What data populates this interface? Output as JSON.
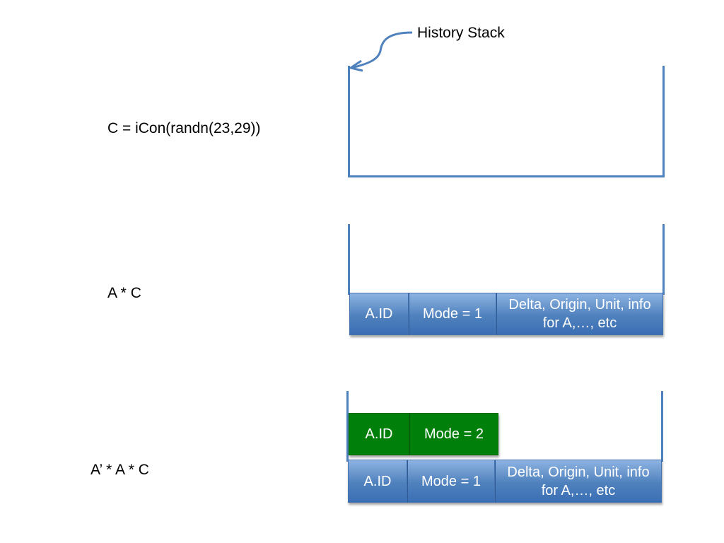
{
  "callout": {
    "history_stack": "History Stack"
  },
  "steps": [
    {
      "expression": "C = iCon(randn(23,29))"
    },
    {
      "expression": "A * C"
    },
    {
      "expression": "A’ * A * C"
    }
  ],
  "entries": {
    "first": {
      "id": "A.ID",
      "mode": "Mode = 1",
      "info": "Delta, Origin, Unit, info for A,…, etc"
    },
    "pushed": {
      "id": "A.ID",
      "mode": "Mode = 2"
    }
  },
  "colors": {
    "stack_outline": "#4f81bd",
    "blue_entry": "#4f81bd",
    "green_entry": "#00800a"
  }
}
